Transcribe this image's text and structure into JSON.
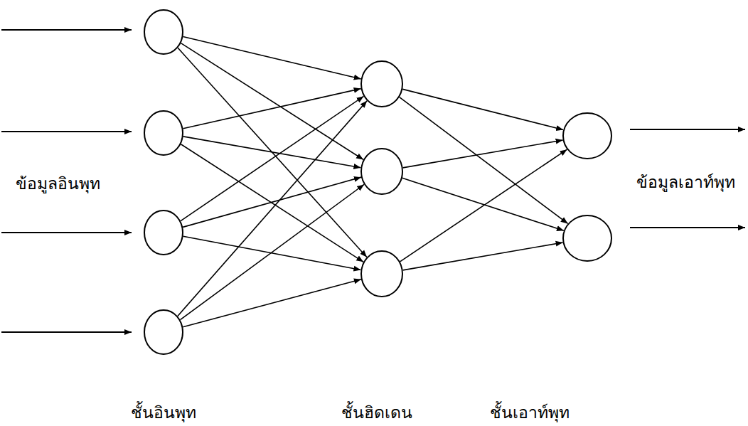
{
  "diagram": {
    "nodes": [
      {
        "text": []
      },
      {
        "text": []
      },
      {
        "text": []
      },
      {
        "text": []
      },
      {
        "text": []
      },
      {
        "text": []
      },
      {
        "text": []
      },
      {
        "text": []
      },
      {
        "text": []
      }
    ],
    "edges": [
      {
        "from": 0,
        "to": 4,
        "arrow": "to"
      },
      {
        "from": 0,
        "to": 5,
        "arrow": "to"
      },
      {
        "from": 0,
        "to": 6,
        "arrow": "to"
      },
      {
        "from": 1,
        "to": 4,
        "arrow": "to"
      },
      {
        "from": 1,
        "to": 5,
        "arrow": "to"
      },
      {
        "from": 1,
        "to": 6,
        "arrow": "to"
      },
      {
        "from": 2,
        "to": 4,
        "arrow": "to"
      },
      {
        "from": 2,
        "to": 5,
        "arrow": "to"
      },
      {
        "from": 2,
        "to": 6,
        "arrow": "to"
      },
      {
        "from": 3,
        "to": 4,
        "arrow": "to"
      },
      {
        "from": 3,
        "to": 5,
        "arrow": "to"
      },
      {
        "from": 3,
        "to": 6,
        "arrow": "to"
      },
      {
        "from": 4,
        "to": 7,
        "arrow": "to"
      },
      {
        "from": 4,
        "to": 8,
        "arrow": "to"
      },
      {
        "from": 5,
        "to": 7,
        "arrow": "to"
      },
      {
        "from": 5,
        "to": 8,
        "arrow": "to"
      },
      {
        "from": 6,
        "to": 7,
        "arrow": "to"
      },
      {
        "from": 6,
        "to": 8,
        "arrow": "to"
      }
    ],
    "labels": [
      "ข้อมูลอินพุท",
      "ข้อมูลเอาท์พุท",
      "ชั้นอินพุท",
      "ชั้นฮิดเดน",
      "ชั้นเอาท์พุท"
    ]
  }
}
